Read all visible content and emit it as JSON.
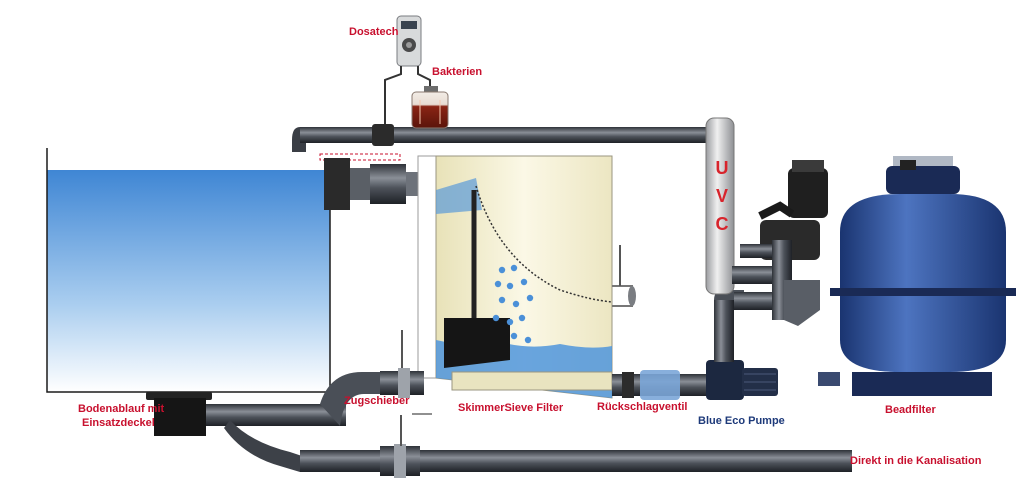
{
  "labels": {
    "dosatech": "Dosatech",
    "bakterien": "Bakterien",
    "uvc": [
      "U",
      "V",
      "C"
    ],
    "bodenablauf": [
      "Bodenablauf mit",
      "Einsatzdeckel"
    ],
    "zugschieber": "Zugschieber",
    "skimmer": "SkimmerSieve Filter",
    "rueckschlag": "Rückschlagventil",
    "pumpe": "Blue Eco Pumpe",
    "beadfilter": "Beadfilter",
    "kanal": "Direkt in die Kanalisation"
  },
  "colors": {
    "label_red": "#c8102e",
    "label_blue": "#1e3a7a",
    "pipe": "#4a4f57",
    "water": "#6aa8e0",
    "filter_body": "#f3efd2",
    "beadfilter": "#2c4f96",
    "bacteria_liquid": "#7a1e12"
  }
}
